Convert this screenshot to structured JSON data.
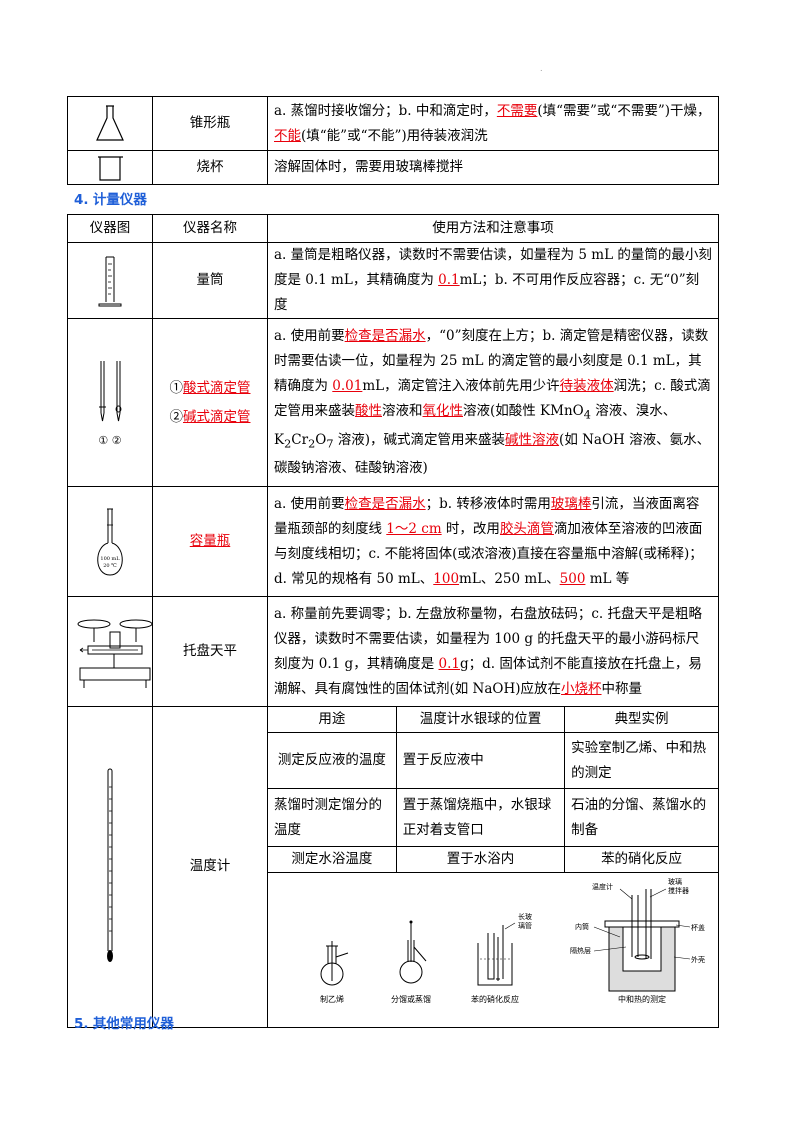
{
  "table_top": {
    "rows": [
      {
        "name": "锥形瓶",
        "use_parts": [
          "a. 蒸馏时接收馏分；b. 中和滴定时，",
          "不需要",
          "(填“需要”或“不需要”)干燥，",
          "不能",
          "(填“能”或“不能”)用待装液润洗"
        ]
      },
      {
        "name": "烧杯",
        "use": "溶解固体时，需要用玻璃棒搅拌"
      }
    ]
  },
  "section4": {
    "num": "4.",
    "title": "计量仪器"
  },
  "section5": {
    "num": "5.",
    "title": "其他常用仪器"
  },
  "table_main": {
    "headers": [
      "仪器图",
      "仪器名称",
      "使用方法和注意事项"
    ],
    "rows": [
      {
        "name": "量筒",
        "use_parts": [
          "a. 量筒是粗略仪器，读数时不需要估读，如量程为 5 mL 的量筒的最小刻度是 0.1 mL，其精确度为 ",
          "0.1",
          "mL；b. 不可用作反应容器；c. 无“0”刻度"
        ]
      },
      {
        "name_parts": [
          "①",
          "酸式滴定管",
          "②",
          "碱式滴定管"
        ],
        "img_label": "① ②",
        "use_parts": [
          "a. 使用前要",
          "检查是否漏水",
          "，“0”刻度在上方；b. 滴定管是精密仪器，读数时需要估读一位，如量程为 25 mL 的滴定管的最小刻度是 0.1 mL，其精确度为 ",
          "0.01",
          "mL，滴定管注入液体前先用少许",
          "待装液体",
          "润洗；c. 酸式滴定管用来盛装",
          "酸性",
          "溶液和",
          "氧化性",
          "溶液(如酸性 KMnO",
          "4",
          " 溶液、溴水、K",
          "2",
          "Cr",
          "2",
          "O",
          "7",
          " 溶液)，碱式滴定管用来盛装",
          "碱性溶液",
          "(如 NaOH 溶液、氨水、碳酸钠溶液、硅酸钠溶液)"
        ]
      },
      {
        "name": "容量瓶",
        "img_label": [
          "100 mL",
          "20 ℃"
        ],
        "use_parts": [
          "a. 使用前要",
          "检查是否漏水",
          "；b. 转移液体时需用",
          "玻璃棒",
          "引流，当液面离容量瓶颈部的刻度线 ",
          "1～2 cm",
          " 时，改用",
          "胶头滴管",
          "滴加液体至溶液的凹液面与刻度线相切；c. 不能将固体(或浓溶液)直接在容量瓶中溶解(或稀释)；d. 常见的规格有 50 mL、",
          "100",
          "mL、250 mL、",
          "500",
          " mL 等"
        ]
      },
      {
        "name": "托盘天平",
        "use_parts": [
          "a. 称量前先要调零；b. 左盘放称量物，右盘放砝码；c. 托盘天平是粗略仪器，读数时不需要估读，如量程为 100 g 的托盘天平的最小游码标尺刻度为 0.1 g，其精确度是 ",
          "0.1",
          "g；d. 固体试剂不能直接放在托盘上，易潮解、具有腐蚀性的固体试剂(如 NaOH)应放在",
          "小烧杯",
          "中称量"
        ]
      },
      {
        "name": "温度计",
        "sub_headers": [
          "用途",
          "温度计水银球的位置",
          "典型实例"
        ],
        "sub_rows": [
          [
            "测定反应液的温度",
            "置于反应液中",
            "实验室制乙烯、中和热的测定"
          ],
          [
            "蒸馏时测定馏分的温度",
            "置于蒸馏烧瓶中，水银球正对着支管口",
            "石油的分馏、蒸馏水的制备"
          ],
          [
            "测定水浴温度",
            "置于水浴内",
            "苯的硝化反应"
          ]
        ],
        "figure_labels": {
          "ethylene": "制乙烯",
          "distill": "分馏或蒸馏",
          "nitration": "苯的硝化反应",
          "nitration_tube": [
            "长玻",
            "璃管"
          ],
          "heat": "中和热的测定",
          "thermometer": "温度计",
          "stirrer": [
            "玻璃",
            "搅拌器"
          ],
          "inner": "内筒",
          "lid": "杯盖",
          "insulate": "隔热层",
          "shell": "外壳"
        }
      }
    ]
  }
}
